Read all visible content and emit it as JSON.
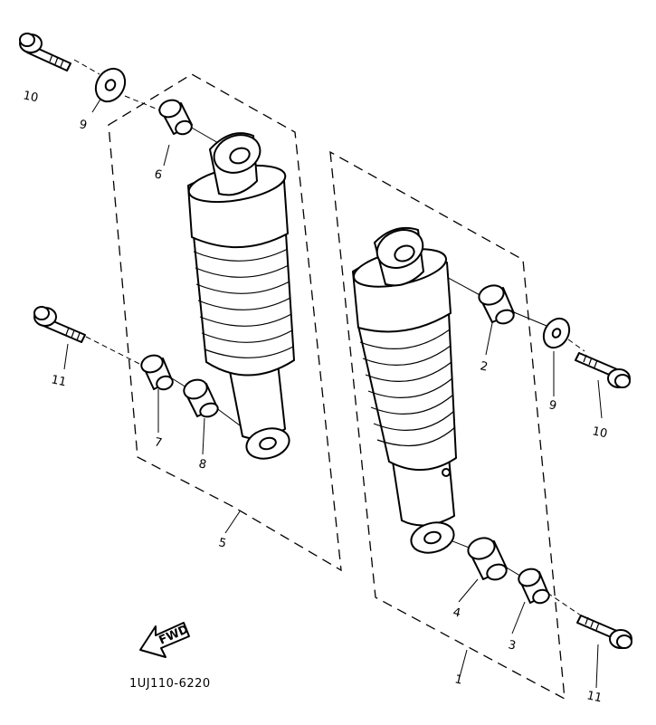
{
  "callouts": {
    "p1": "1",
    "p2": "2",
    "p3": "3",
    "p4": "4",
    "p5": "5",
    "p6": "6",
    "p7": "7",
    "p8": "8",
    "p9_left": "9",
    "p9_right": "9",
    "p10_left": "10",
    "p10_right": "10",
    "p11_left": "11",
    "p11_right": "11"
  },
  "forward_arrow": {
    "label": "FWD"
  },
  "drawing_code": "1UJ110-6220"
}
